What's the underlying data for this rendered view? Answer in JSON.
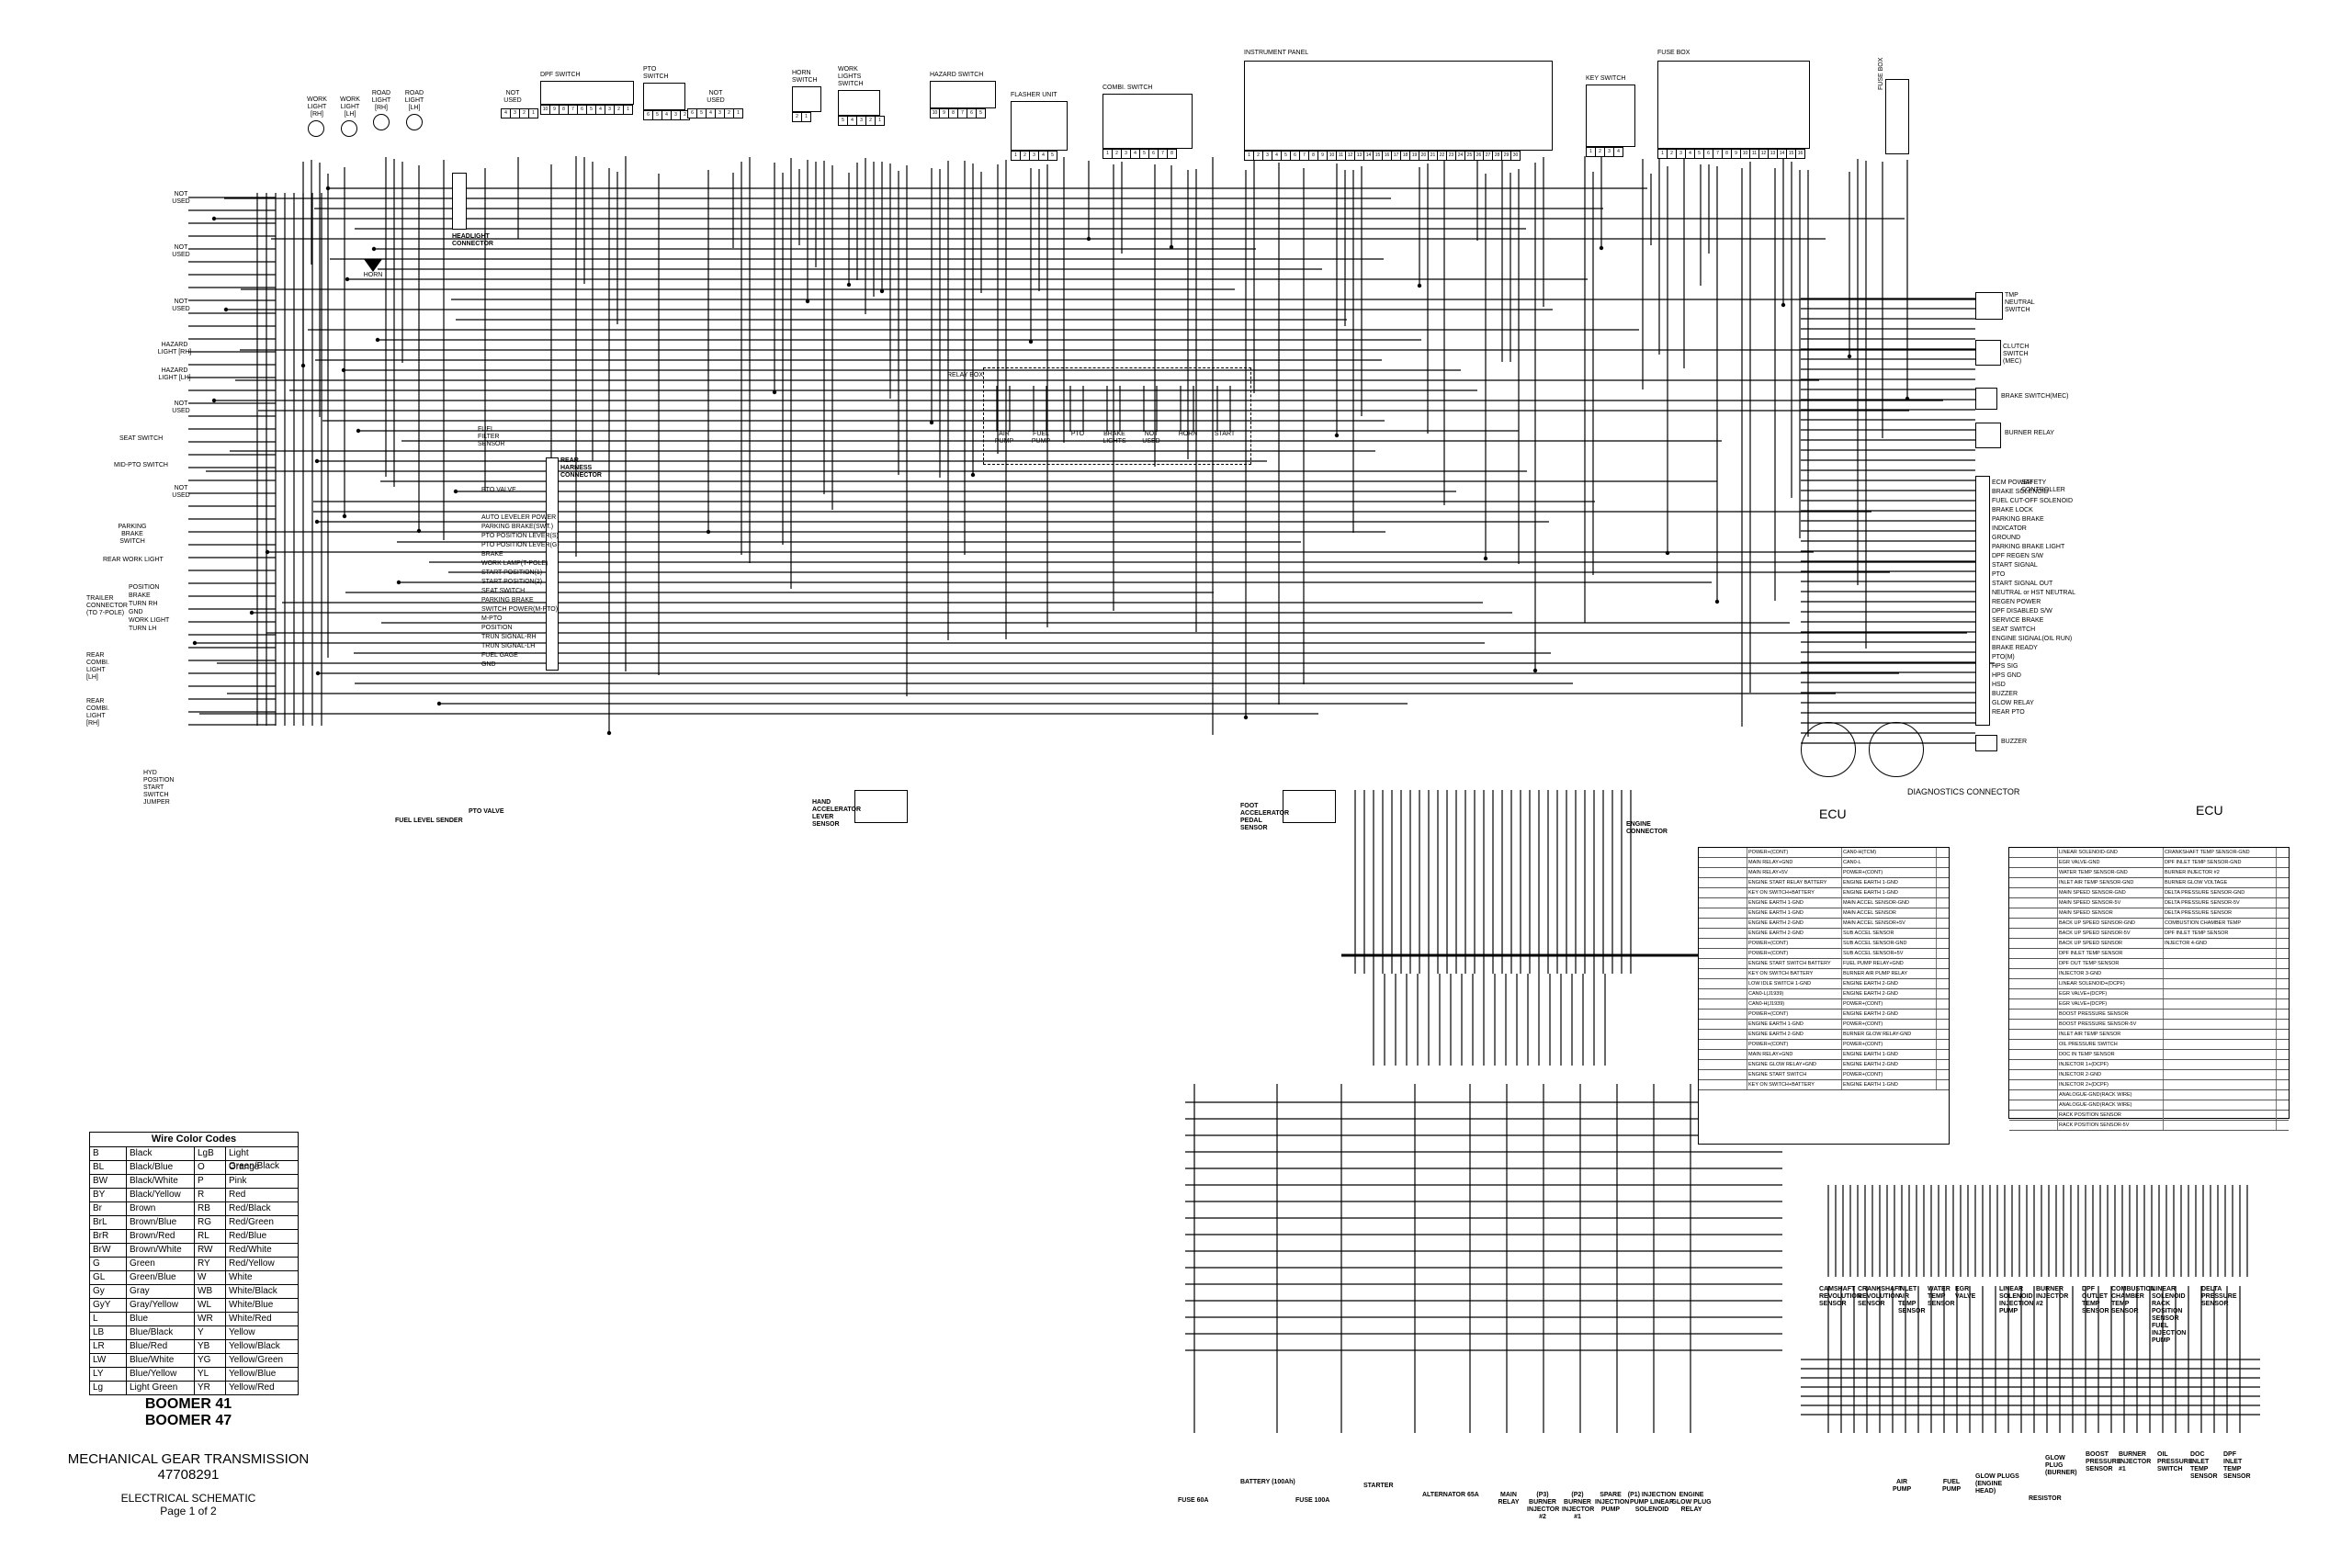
{
  "top_components": {
    "work_light_rh": "WORK LIGHT [RH]",
    "work_light_lh": "WORK LIGHT [LH]",
    "road_light_rh": "ROAD LIGHT [RH]",
    "road_light_lh": "ROAD LIGHT [LH]",
    "not_used": "NOT USED",
    "dpf_switch": "DPF SWITCH",
    "pto_switch": "PTO SWITCH",
    "horn_switch": "HORN SWITCH",
    "work_lights_switch": "WORK LIGHTS SWITCH",
    "hazard_switch": "HAZARD SWITCH",
    "flasher_unit": "FLASHER UNIT",
    "combi_switch": "COMBI. SWITCH",
    "instrument_panel": "INSTRUMENT PANEL",
    "key_switch": "KEY SWITCH",
    "fuse_box": "FUSE BOX",
    "fuse_box_right": "FUSE BOX",
    "horn": "HORN",
    "headlight_connector": "HEADLIGHT CONNECTOR"
  },
  "left_components": [
    "NOT USED",
    "NOT USED",
    "NOT USED",
    "HAZARD LIGHT [RH]",
    "HAZARD LIGHT [LH]",
    "NOT USED",
    "SEAT SWITCH",
    "MID-PTO SWITCH",
    "NOT USED",
    "PARKING BRAKE SWITCH",
    "REAR WORK LIGHT",
    "TRAILER CONNECTOR (TO 7-POLE)",
    "REAR COMBI. LIGHT [LH]",
    "REAR COMBI. LIGHT [RH]",
    "HYD POSITION START SWITCH JUMPER",
    "FUEL LEVEL SENDER",
    "PTO VALVE"
  ],
  "trailer_pins": [
    "POSITION",
    "BRAKE",
    "TURN RH",
    "GND",
    "WORK LIGHT",
    "TURN LH"
  ],
  "rear_harness": {
    "title": "REAR HARNESS CONNECTOR",
    "fuel_filter": "FUEL FILTER SENSOR",
    "signals": [
      "PTO VALVE",
      "AUTO LEVELER POWER",
      "PARKING BRAKE(SWT.)",
      "PTO POSITION LEVER(S)",
      "PTO POSITION LEVER(G)",
      "BRAKE",
      "WORK LAMP(T-POLE)",
      "START POSITION(1)",
      "START POSITION(2)",
      "SEAT SWITCH",
      "PARKING BRAKE",
      "SWITCH POWER(M-PTO)",
      "M-PTO",
      "POSITION",
      "TRUN SIGNAL-RH",
      "TRUN SIGNAL-LH",
      "FUEL GAGE",
      "GND"
    ]
  },
  "relay_box": {
    "title": "RELAY BOX",
    "relays": [
      "AIR PUMP",
      "FUEL PUMP",
      "PTO",
      "BRAKE LIGHTS",
      "NOT USED",
      "HORN",
      "START"
    ]
  },
  "right_components": {
    "tmp_neutral": "TMP NEUTRAL SWITCH",
    "clutch_switch": "CLUTCH SWITCH (MEC)",
    "brake_switch": "BRAKE SWITCH(MEC)",
    "burner_relay": "BURNER RELAY",
    "safety_controller": "SAFETY CONTROLLER",
    "buzzer": "BUZZER"
  },
  "safety_signals": [
    "ECM POWER",
    "BRAKE SOLENOID",
    "FUEL CUT-OFF SOLENOID",
    "BRAKE LOCK",
    "PARKING BRAKE",
    "INDICATOR",
    "GROUND",
    "PARKING BRAKE LIGHT",
    "DPF REGEN S/W",
    "START SIGNAL",
    "PTO",
    "START SIGNAL OUT",
    "NEUTRAL or HST NEUTRAL",
    "REGEN POWER",
    "DPF DISABLED S/W",
    "SERVICE BRAKE",
    "SEAT SWITCH",
    "ENGINE SIGNAL(OIL RUN)",
    "BRAKE READY",
    "PTO(M)",
    "HPS SIG",
    "HPS GND",
    "HSD",
    "BUZZER",
    "GLOW RELAY",
    "REAR PTO"
  ],
  "middle_components": {
    "hand_accel": "HAND ACCELERATOR LEVER SENSOR",
    "foot_accel": "FOOT ACCELERATOR PEDAL SENSOR",
    "engine_connector": "ENGINE CONNECTOR",
    "diagnostics": "DIAGNOSTICS CONNECTOR",
    "ecu1": "ECU",
    "ecu2": "ECU"
  },
  "ecu1_rows": [
    [
      "POWER+(CONT)",
      "CAN0-H(TCM)"
    ],
    [
      "MAIN RELAY+GND",
      "CAN0-L"
    ],
    [
      "MAIN RELAY+5V",
      "POWER+(CONT)"
    ],
    [
      "ENGINE START RELAY BATTERY",
      "ENGINE EARTH 1-GND"
    ],
    [
      "KEY ON SWITCH+BATTERY",
      "ENGINE EARTH 1-GND"
    ],
    [
      "ENGINE EARTH 1-GND",
      "MAIN ACCEL SENSOR-GND"
    ],
    [
      "ENGINE EARTH 1-GND",
      "MAIN ACCEL SENSOR"
    ],
    [
      "ENGINE EARTH 2-GND",
      "MAIN ACCEL SENSOR+5V"
    ],
    [
      "ENGINE EARTH 2-GND",
      "SUB ACCEL SENSOR"
    ],
    [
      "POWER+(CONT)",
      "SUB ACCEL SENSOR-GND"
    ],
    [
      "POWER+(CONT)",
      "SUB ACCEL SENSOR+5V"
    ],
    [
      "ENGINE START SWITCH BATTERY",
      "FUEL PUMP RELAY+GND"
    ],
    [
      "KEY ON SWITCH BATTERY",
      "BURNER AIR PUMP RELAY"
    ],
    [
      "LOW IDLE SWITCH 1-GND",
      "ENGINE EARTH 2-GND"
    ],
    [
      "CAN0-L(J1939)",
      "ENGINE EARTH 2-GND"
    ],
    [
      "CAN0-H(J1939)",
      "POWER+(CONT)"
    ],
    [
      "POWER+(CONT)",
      "ENGINE EARTH 2-GND"
    ],
    [
      "ENGINE EARTH 1-GND",
      "POWER+(CONT)"
    ],
    [
      "ENGINE EARTH 2-GND",
      "BURNER GLOW RELAY-GND"
    ],
    [
      "POWER+(CONT)",
      "POWER+(CONT)"
    ],
    [
      "MAIN RELAY+GND",
      "ENGINE EARTH 1-GND"
    ],
    [
      "ENGINE GLOW RELAY+GND",
      "ENGINE EARTH 2-GND"
    ],
    [
      "ENGINE START SWITCH",
      "POWER+(CONT)"
    ],
    [
      "KEY ON SWITCH+BATTERY",
      "ENGINE EARTH 1-GND"
    ]
  ],
  "ecu2_rows": [
    [
      "LINEAR SOLENOID-GND",
      "CRANKSHAFT TEMP SENSOR-GND"
    ],
    [
      "EGR VALVE-GND",
      "DPF INLET TEMP SENSOR-GND"
    ],
    [
      "WATER TEMP SENSOR-GND",
      "BURNER INJECTOR #2"
    ],
    [
      "INLET AIR TEMP SENSOR-GND",
      "BURNER GLOW VOLTAGE"
    ],
    [
      "MAIN SPEED SENSOR-GND",
      "DELTA PRESSURE SENSOR-GND"
    ],
    [
      "MAIN SPEED SENSOR-5V",
      "DELTA PRESSURE SENSOR-5V"
    ],
    [
      "MAIN SPEED SENSOR",
      "DELTA PRESSURE SENSOR"
    ],
    [
      "BACK UP SPEED SENSOR-GND",
      "COMBUSTION CHAMBER TEMP"
    ],
    [
      "BACK UP SPEED SENSOR-5V",
      "DPF INLET TEMP SENSOR"
    ],
    [
      "BACK UP SPEED SENSOR",
      "INJECTOR 4-GND"
    ],
    [
      "DPF INLET TEMP SENSOR",
      ""
    ],
    [
      "DPF OUT TEMP SENSOR",
      ""
    ],
    [
      "INJECTOR 3-GND",
      ""
    ],
    [
      "LINEAR SOLENOID+(DCPF)",
      ""
    ],
    [
      "EGR VALVE+(DCPF)",
      ""
    ],
    [
      "EGR VALVE+(DCPF)",
      ""
    ],
    [
      "BOOST PRESSURE SENSOR",
      ""
    ],
    [
      "BOOST PRESSURE SENSOR-5V",
      ""
    ],
    [
      "INLET AIR TEMP SENSOR",
      ""
    ],
    [
      "OIL PRESSURE SWITCH",
      ""
    ],
    [
      "DOC IN TEMP SENSOR",
      ""
    ],
    [
      "INJECTOR 1+(DCPF)",
      ""
    ],
    [
      "INJECTOR 2-GND",
      ""
    ],
    [
      "INJECTOR 2+(DCPF)",
      ""
    ],
    [
      "ANALOGUE-GND(RACK WIRE)",
      ""
    ],
    [
      "ANALOGUE-GND(RACK WIRE)",
      ""
    ],
    [
      "RACK POSITION SENSOR",
      ""
    ],
    [
      "RACK POSITION SENSOR-5V",
      ""
    ]
  ],
  "bottom_components": [
    "FUSE 60A",
    "BATTERY (100Ah)",
    "FUSE 100A",
    "STARTER",
    "ALTERNATOR 65A",
    "MAIN RELAY",
    "(P3) BURNER INJECTOR #2",
    "(P2) BURNER INJECTOR #1",
    "SPARE INJECTION PUMP",
    "(P1) INJECTION PUMP LINEAR SOLENOID",
    "ENGINE GLOW PLUG RELAY",
    "AIR PUMP",
    "FUEL PUMP",
    "GLOW PLUGS (ENGINE HEAD)",
    "GLOW PLUG (BURNER)",
    "RESISTOR",
    "BOOST PRESSURE SENSOR",
    "BURNER INJECTOR #1",
    "OIL PRESSURE SWITCH",
    "DOC INLET TEMP SENSOR",
    "DPF INLET TEMP SENSOR"
  ],
  "sensor_row": [
    "CAMSHAFT REVOLUTION SENSOR",
    "CRANKSHAFT REVOLUTION SENSOR",
    "INLET AIR TEMP SENSOR",
    "WATER TEMP SENSOR",
    "EGR VALVE",
    "LINEAR SOLENOID INJECTION PUMP",
    "BURNER INJECTOR #2",
    "DPF OUTLET TEMP SENSOR",
    "COMBUSTION CHAMBER TEMP SENSOR",
    "LINEAR SOLENOID RACK POSITION SENSOR FUEL INJECTION PUMP",
    "DELTA PRESSURE SENSOR"
  ],
  "legend": {
    "title": "Wire Color Codes",
    "rows": [
      [
        "B",
        "Black",
        "LgB",
        "Light Green/Black"
      ],
      [
        "BL",
        "Black/Blue",
        "O",
        "Orange"
      ],
      [
        "BW",
        "Black/White",
        "P",
        "Pink"
      ],
      [
        "BY",
        "Black/Yellow",
        "R",
        "Red"
      ],
      [
        "Br",
        "Brown",
        "RB",
        "Red/Black"
      ],
      [
        "BrL",
        "Brown/Blue",
        "RG",
        "Red/Green"
      ],
      [
        "BrR",
        "Brown/Red",
        "RL",
        "Red/Blue"
      ],
      [
        "BrW",
        "Brown/White",
        "RW",
        "Red/White"
      ],
      [
        "G",
        "Green",
        "RY",
        "Red/Yellow"
      ],
      [
        "GL",
        "Green/Blue",
        "W",
        "White"
      ],
      [
        "Gy",
        "Gray",
        "WB",
        "White/Black"
      ],
      [
        "GyY",
        "Gray/Yellow",
        "WL",
        "White/Blue"
      ],
      [
        "L",
        "Blue",
        "WR",
        "White/Red"
      ],
      [
        "LB",
        "Blue/Black",
        "Y",
        "Yellow"
      ],
      [
        "LR",
        "Blue/Red",
        "YB",
        "Yellow/Black"
      ],
      [
        "LW",
        "Blue/White",
        "YG",
        "Yellow/Green"
      ],
      [
        "LY",
        "Blue/Yellow",
        "YL",
        "Yellow/Blue"
      ],
      [
        "Lg",
        "Light Green",
        "YR",
        "Yellow/Red"
      ]
    ]
  },
  "title_block": {
    "model1": "BOOMER 41",
    "model2": "BOOMER 47",
    "transmission": "MECHANICAL GEAR TRANSMISSION",
    "part_number": "47708291",
    "doc_type": "ELECTRICAL SCHEMATIC",
    "page": "Page 1 of 2"
  }
}
